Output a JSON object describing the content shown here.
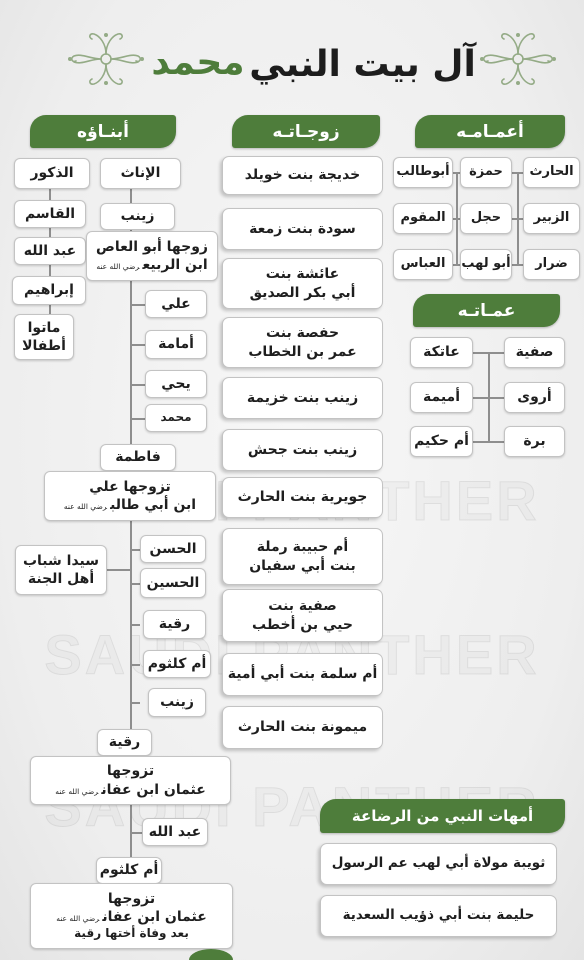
{
  "header": {
    "title": "آل بيت النبي",
    "calligraphy": "محمد"
  },
  "watermark": "SAUDI PANTHER",
  "icons": {
    "header_ornament": "floral-ornament"
  },
  "colors": {
    "green": "#4e7d3b",
    "background": "#f1f1f1",
    "box_fill": "#ffffff",
    "box_border": "#c3c3c3",
    "connector": "#8e8e8e",
    "text": "#1e1e1e"
  },
  "uncles": {
    "title": "أعمـامـه",
    "rows": [
      [
        "الحارث",
        "حمزة",
        "أبوطالب"
      ],
      [
        "الزبير",
        "حجل",
        "المقوم"
      ],
      [
        "ضرار",
        "أبو لهب",
        "العباس"
      ]
    ]
  },
  "aunts": {
    "title": "عمـاتـه",
    "rows": [
      [
        "صفية",
        "عاتكة"
      ],
      [
        "أروى",
        "أميمة"
      ],
      [
        "برة",
        "أم حكيم"
      ]
    ]
  },
  "wives": {
    "title": "زوجـاتـه",
    "items": [
      {
        "lines": [
          "خديجة بنت خويلد"
        ]
      },
      {
        "lines": [
          "سودة بنت زمعة"
        ]
      },
      {
        "lines": [
          "عائشة بنت",
          "أبي بكر الصديق"
        ]
      },
      {
        "lines": [
          "حفصة بنت",
          "عمر بن الخطاب"
        ]
      },
      {
        "lines": [
          "زينب بنت خزيمة"
        ]
      },
      {
        "lines": [
          "زينب بنت جحش"
        ]
      },
      {
        "lines": [
          "جويرية بنت الحارث"
        ]
      },
      {
        "lines": [
          "أم حبيبة رملة",
          "بنت أبي سفيان"
        ]
      },
      {
        "lines": [
          "صفية بنت",
          "حيي بن أخطب"
        ]
      },
      {
        "lines": [
          "أم سلمة بنت أبي أمية"
        ]
      },
      {
        "lines": [
          "ميمونة بنت الحارث"
        ]
      }
    ]
  },
  "children": {
    "title": "أبنـاؤه",
    "sons": {
      "label": "الذكور",
      "items": [
        "القاسم",
        "عبد الله",
        "إبراهيم"
      ],
      "note": [
        "ماتوا",
        "أطفالا"
      ]
    },
    "daughters": {
      "label": "الإناث",
      "zaynab": {
        "name": "زينب",
        "husband": [
          "زوجها أبو العاص",
          "ابن الربيع"
        ],
        "honorific": "رضي الله عنه",
        "children": [
          "علي",
          "أمامة",
          "يحي",
          "محمد"
        ]
      },
      "fatima": {
        "name": "فاطمة",
        "husband": [
          "تزوجها علي",
          "ابن أبي طالب"
        ],
        "honorific": "رضي الله عنه",
        "children": [
          "الحسن",
          "الحسين",
          "رقية",
          "أم كلثوم",
          "زينب"
        ],
        "note": [
          "سيدا شباب",
          "أهل الجنة"
        ]
      },
      "ruqayya": {
        "name": "رقية",
        "husband": [
          "تزوجها",
          "عثمان ابن عفان"
        ],
        "honorific": "رضي الله عنه",
        "children": [
          "عبد الله"
        ]
      },
      "umm_kulthum": {
        "name": "أم كلثوم",
        "husband": [
          "تزوجها",
          "عثمان ابن عفان"
        ],
        "honorific": "رضي الله عنه",
        "note": "بعد وفاة أختها رقية"
      }
    }
  },
  "milk_mothers": {
    "title": "أمهات النبي من الرضاعة",
    "items": [
      "ثويبة مولاة أبي لهب عم الرسول",
      "حليمة بنت أبي ذؤيب السعدية"
    ]
  }
}
